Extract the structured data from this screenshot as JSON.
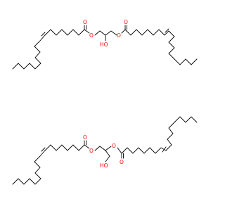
{
  "colors": {
    "bond": "#000000",
    "oxygen": "#ff0000",
    "background": "#ffffff"
  },
  "molecules": [
    {
      "atom_labels": {
        "ester_o_left": "O",
        "carbonyl_o_left": "O",
        "hydroxyl": "HO",
        "ester_o_right": "O",
        "carbonyl_o_right": "O"
      }
    },
    {
      "atom_labels": {
        "ester_o_left": "O",
        "carbonyl_o_left": "O",
        "hydroxyl": "HO",
        "ester_o_right": "O",
        "carbonyl_o_right": "O"
      }
    }
  ]
}
